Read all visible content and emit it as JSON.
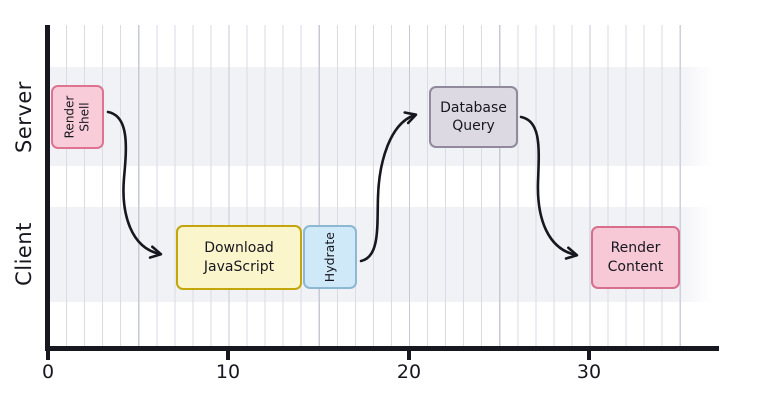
{
  "figure": {
    "background": "#ffffff",
    "axis_color": "#17171f",
    "grid_color_minor": "#dadbe4",
    "grid_color_major": "#c7c9d5",
    "band_color": "#f1f2f6"
  },
  "chart_data": {
    "type": "bar",
    "subtype": "gantt-timeline",
    "title": "",
    "xlabel": "",
    "ylabel": "",
    "rows": [
      "Server",
      "Client"
    ],
    "xticks": [
      "0",
      "10",
      "20",
      "30"
    ],
    "xlim": [
      0,
      36
    ],
    "grid": "vertical gridlines every 1 unit, darker every 5 units; gridlines and row bands fade out at right edge",
    "legend": "none",
    "tasks": [
      {
        "label": "Render\nShell",
        "row": "Server",
        "start": 0,
        "end": 3,
        "text_direction": "vertical",
        "fill": "#f8cdd9",
        "border": "#df7492"
      },
      {
        "label": "Download\nJavaScript",
        "row": "Client",
        "start": 7,
        "end": 14,
        "text_direction": "horizontal",
        "fill": "#fbf5cc",
        "border": "#c2a60b"
      },
      {
        "label": "Hydrate",
        "row": "Client",
        "start": 14,
        "end": 17,
        "text_direction": "vertical",
        "fill": "#cfe9f8",
        "border": "#8cb8d4"
      },
      {
        "label": "Database\nQuery",
        "row": "Server",
        "start": 21,
        "end": 26,
        "text_direction": "horizontal",
        "fill": "#ddd9e3",
        "border": "#908a9c"
      },
      {
        "label": "Render\nContent",
        "row": "Client",
        "start": 30,
        "end": 35,
        "text_direction": "horizontal",
        "fill": "#f7c9d6",
        "border": "#d76e8d"
      }
    ],
    "arrows": [
      {
        "from": "Render Shell",
        "to": "Download JavaScript",
        "shape": "s-curve down"
      },
      {
        "from": "Hydrate",
        "to": "Database Query",
        "shape": "s-curve up"
      },
      {
        "from": "Database Query",
        "to": "Render Content",
        "shape": "s-curve down"
      }
    ]
  }
}
